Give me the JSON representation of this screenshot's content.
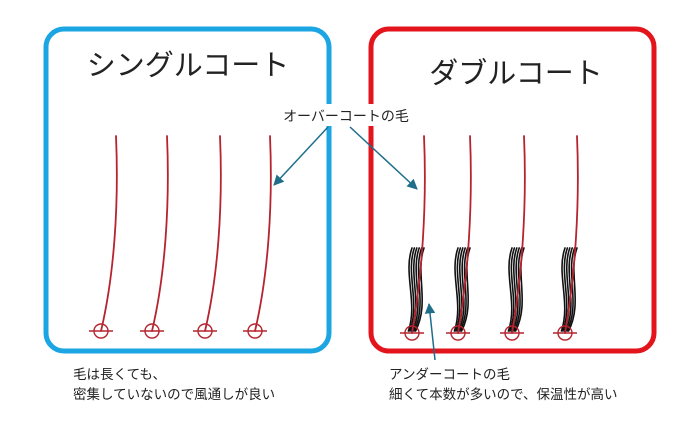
{
  "colors": {
    "single_box": "#1ba6e3",
    "double_box": "#e3141c",
    "guard_hair": "#b5242f",
    "undercoat": "#111111",
    "callout_arrow": "#1f6f8b",
    "root_marker": "#b5242f"
  },
  "single_coat": {
    "title": "シングルコート",
    "caption_line1": "毛は長くても、",
    "caption_line2": "密集していないので風通しが良い"
  },
  "double_coat": {
    "title": "ダブルコート",
    "caption_line1": "アンダーコートの毛",
    "caption_line2": "細くて本数が多いので、保温性が高い"
  },
  "overcoat_label": "オーバーコートの毛"
}
